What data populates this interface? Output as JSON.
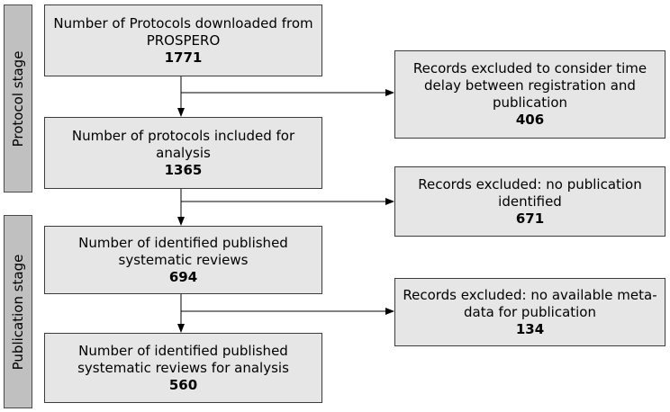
{
  "stages": {
    "protocol": "Protocol stage",
    "publication": "Publication stage"
  },
  "main_boxes": [
    {
      "text": "Number of Protocols downloaded from PROSPERO",
      "value": "1771"
    },
    {
      "text": "Number of protocols included for analysis",
      "value": "1365"
    },
    {
      "text": "Number of identified published systematic reviews",
      "value": "694"
    },
    {
      "text": "Number of identified published systematic reviews for analysis",
      "value": "560"
    }
  ],
  "exclusion_boxes": [
    {
      "text": "Records excluded to consider time delay between registration and publication",
      "value": "406"
    },
    {
      "text": "Records excluded: no publication identified",
      "value": "671"
    },
    {
      "text": "Records excluded: no available meta-data for publication",
      "value": "134"
    }
  ]
}
